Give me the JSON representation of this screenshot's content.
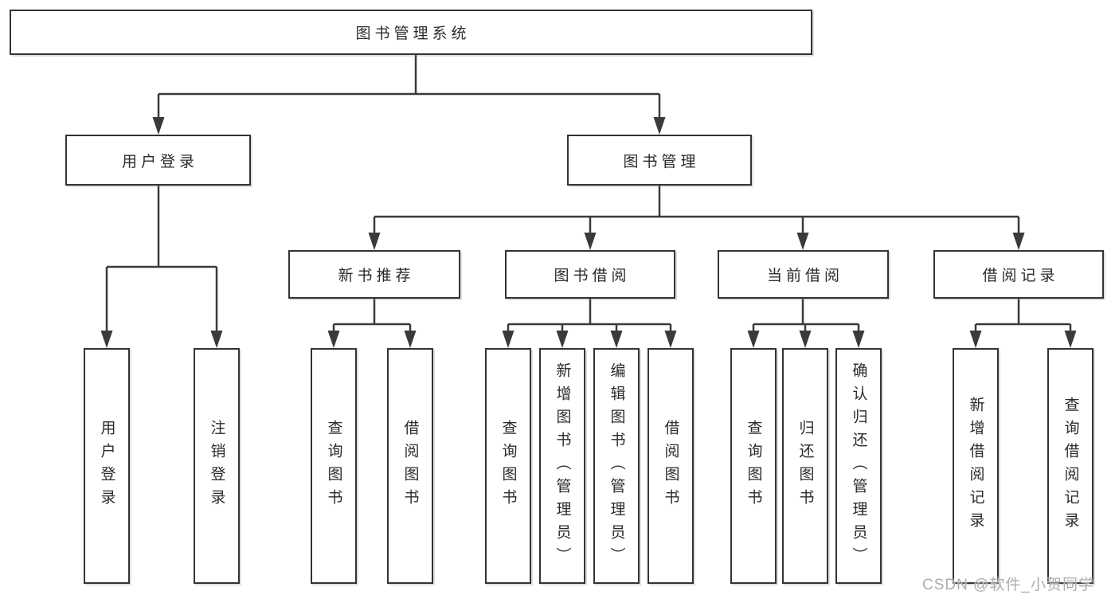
{
  "palette": {
    "line_color": "#3a3a3a",
    "box_border_color": "#333333",
    "text_color": "#2b2b2b",
    "background": "#ffffff",
    "watermark_color": "#adadad"
  },
  "diagram": {
    "root": {
      "label": "图书管理系统"
    },
    "branches": [
      {
        "label": "用户登录",
        "children": [
          {
            "label": "用户登录"
          },
          {
            "label": "注销登录"
          }
        ]
      },
      {
        "label": "图书管理",
        "groups": [
          {
            "label": "新书推荐",
            "children": [
              {
                "label": "查询图书"
              },
              {
                "label": "借阅图书"
              }
            ]
          },
          {
            "label": "图书借阅",
            "children": [
              {
                "label": "查询图书"
              },
              {
                "label": "新增图书（管理员）"
              },
              {
                "label": "编辑图书（管理员）"
              },
              {
                "label": "借阅图书"
              }
            ]
          },
          {
            "label": "当前借阅",
            "children": [
              {
                "label": "查询图书"
              },
              {
                "label": "归还图书"
              },
              {
                "label": "确认归还（管理员）"
              }
            ]
          },
          {
            "label": "借阅记录",
            "children": [
              {
                "label": "新增借阅记录"
              },
              {
                "label": "查询借阅记录"
              }
            ]
          }
        ]
      }
    ]
  },
  "watermark": {
    "text": "CSDN @软件_小贺同学"
  }
}
